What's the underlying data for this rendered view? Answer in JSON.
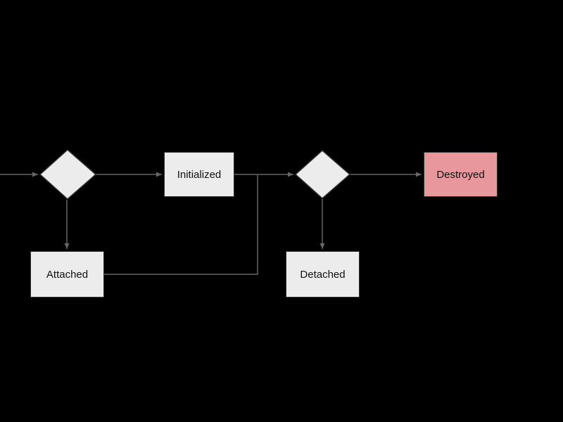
{
  "diagram": {
    "title": "lifecycle-state-diagram",
    "background": "#000000",
    "nodes": {
      "decision_1": {
        "id": "decision-1",
        "type": "diamond",
        "label": ""
      },
      "initialized": {
        "id": "initialized",
        "type": "rect",
        "label": "Initialized",
        "fill": "#ececec"
      },
      "decision_2": {
        "id": "decision-2",
        "type": "diamond",
        "label": ""
      },
      "destroyed": {
        "id": "destroyed",
        "type": "rect",
        "label": "Destroyed",
        "fill": "#e8989c"
      },
      "attached": {
        "id": "attached",
        "type": "rect",
        "label": "Attached",
        "fill": "#ececec"
      },
      "detached": {
        "id": "detached",
        "type": "rect",
        "label": "Detached",
        "fill": "#ececec"
      }
    },
    "edges": [
      {
        "from": "start",
        "to": "decision-1",
        "arrow": true
      },
      {
        "from": "decision-1",
        "to": "initialized",
        "arrow": true
      },
      {
        "from": "initialized",
        "to": "decision-2",
        "arrow": true
      },
      {
        "from": "decision-2",
        "to": "destroyed",
        "arrow": true
      },
      {
        "from": "decision-1",
        "to": "attached",
        "arrow": true
      },
      {
        "from": "decision-2",
        "to": "detached",
        "arrow": true
      },
      {
        "from": "attached",
        "to": "decision-2",
        "arrow": false
      }
    ],
    "colors": {
      "node_fill": "#ececec",
      "destroyed_fill": "#e8989c",
      "node_stroke": "#2f2f2f",
      "line": "#666666",
      "text": "#111111",
      "background": "#000000"
    }
  }
}
